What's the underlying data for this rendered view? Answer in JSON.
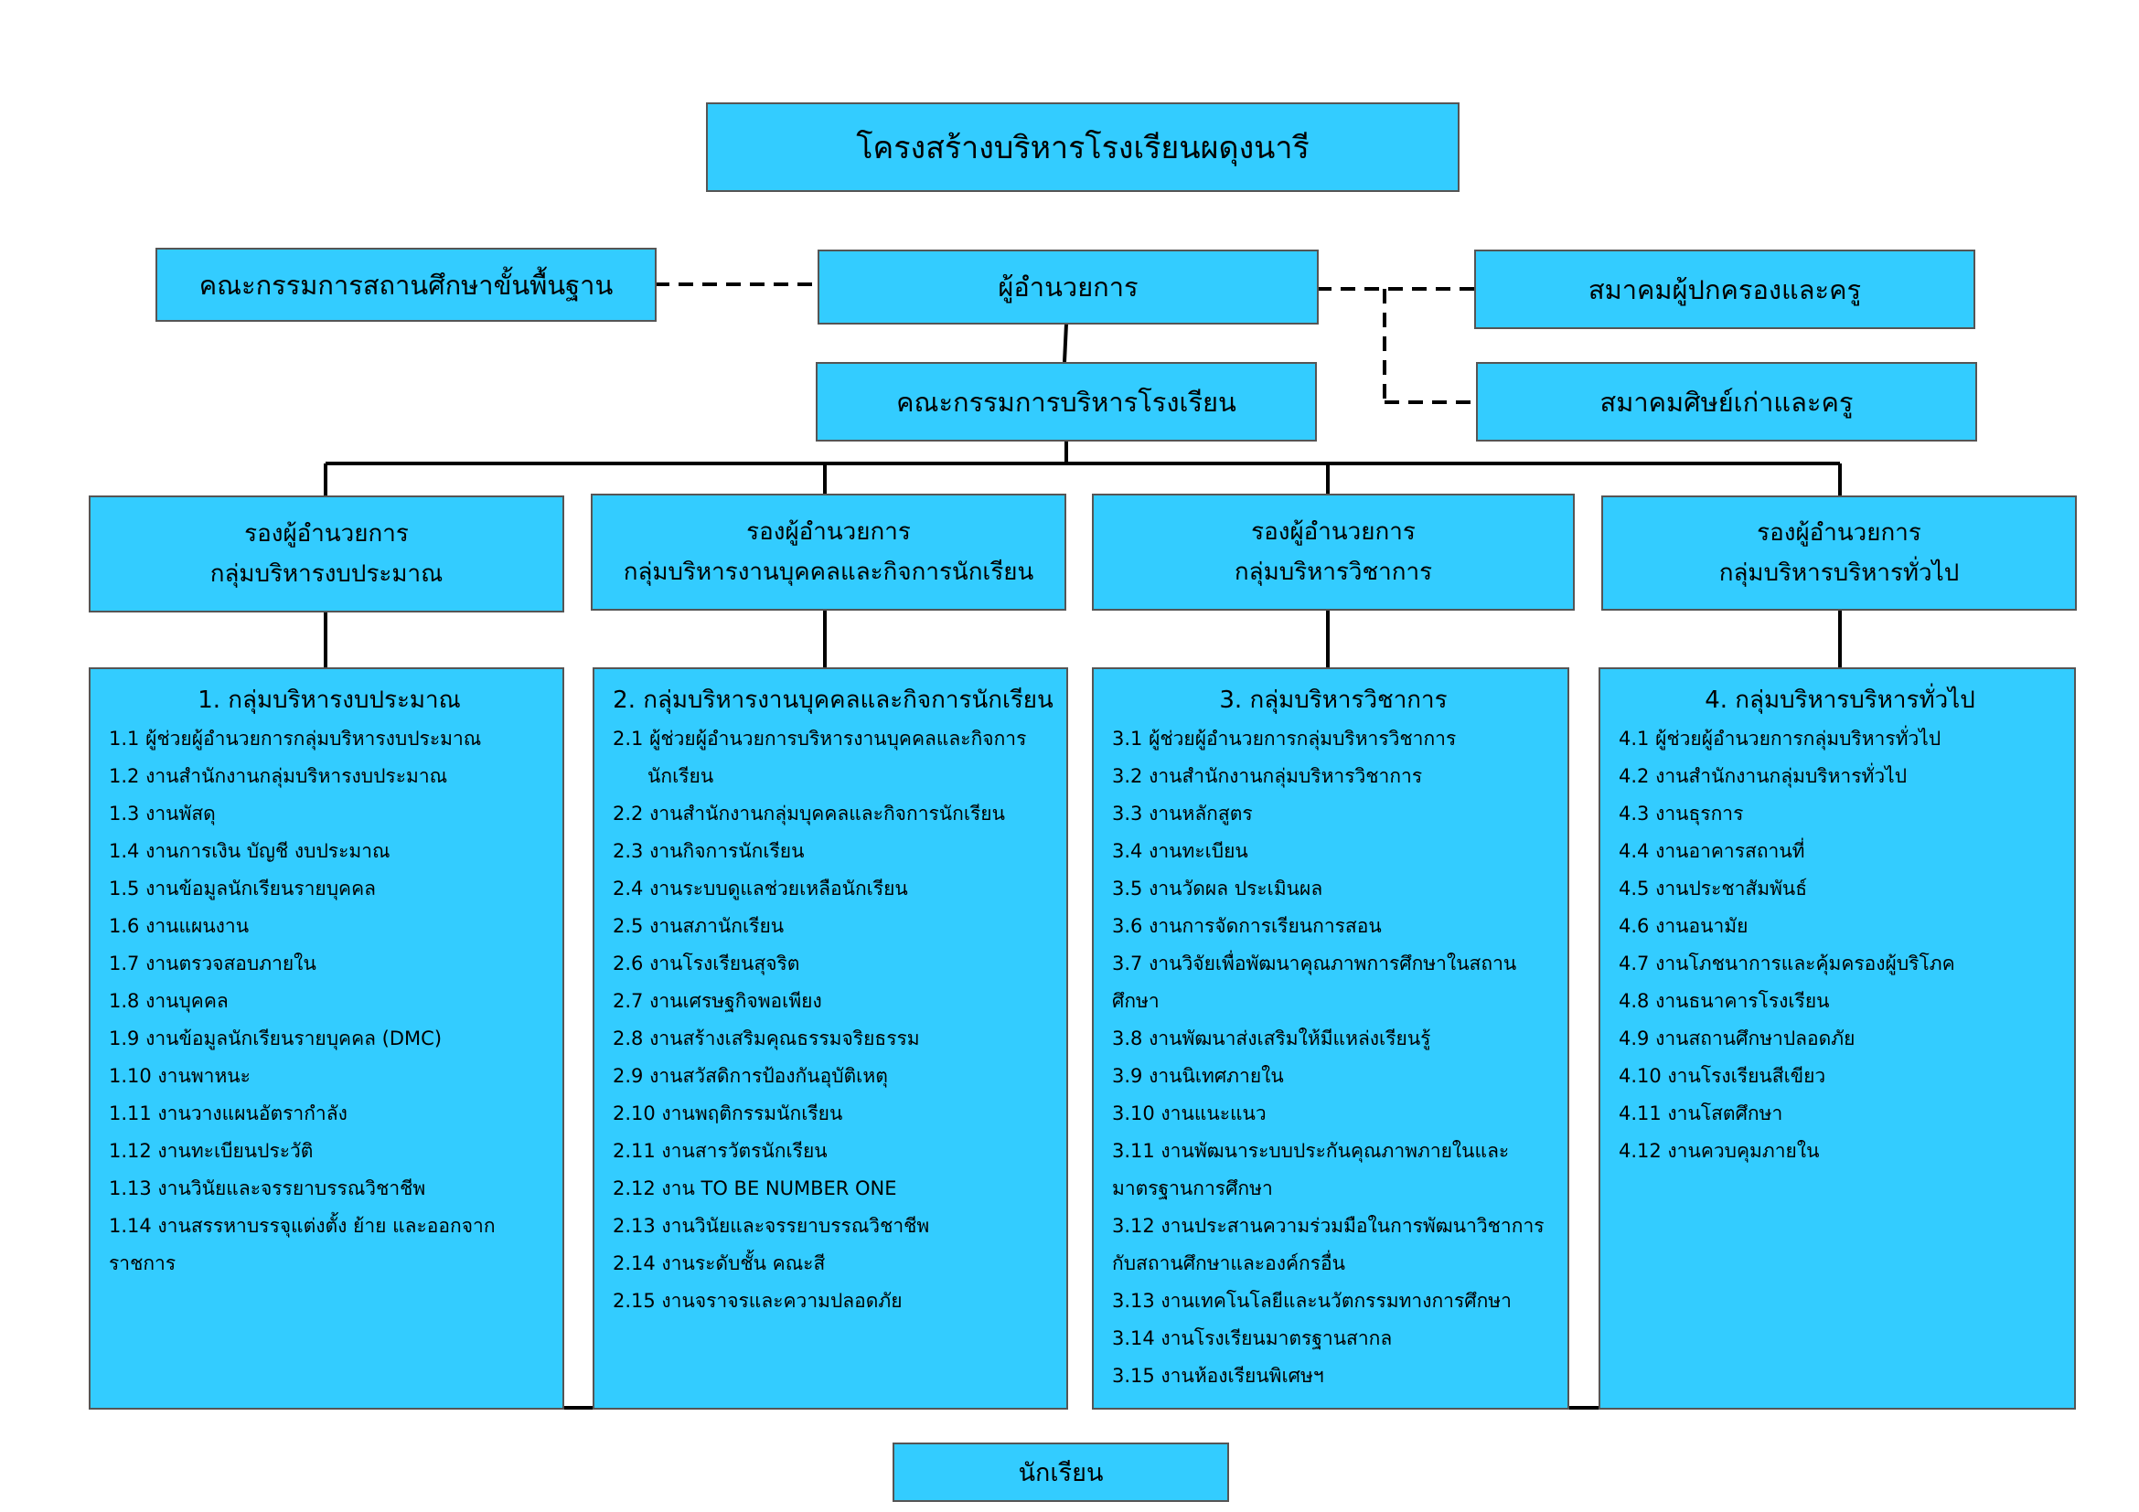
{
  "title": "โครงสร้างบริหารโรงเรียนผดุงนารี",
  "director": "ผู้อำนวยการ",
  "basic_board": "คณะกรรมการสถานศึกษาขั้นพื้นฐาน",
  "parents_assoc": "สมาคมผู้ปกครองและครู",
  "alumni_assoc": "สมาคมศิษย์เก่าและครู",
  "school_board": "คณะกรรมการบริหารโรงเรียน",
  "students": "นักเรียน",
  "deputies": [
    {
      "line1": "รองผู้อำนวยการ",
      "line2": "กลุ่มบริหารงบประมาณ"
    },
    {
      "line1": "รองผู้อำนวยการ",
      "line2": "กลุ่มบริหารงานบุคคลและกิจการนักเรียน"
    },
    {
      "line1": "รองผู้อำนวยการ",
      "line2": "กลุ่มบริหารวิชาการ"
    },
    {
      "line1": "รองผู้อำนวยการ",
      "line2": "กลุ่มบริหารบริหารทั่วไป"
    }
  ],
  "departments": [
    {
      "title": "1. กลุ่มบริหารงบประมาณ",
      "items": [
        "1.1 ผู้ช่วยผู้อำนวยการกลุ่มบริหารงบประมาณ",
        "1.2 งานสำนักงานกลุ่มบริหารงบประมาณ",
        "1.3 งานพัสดุ",
        "1.4 งานการเงิน บัญชี งบประมาณ",
        "1.5 งานข้อมูลนักเรียนรายบุคคล",
        "1.6 งานแผนงาน",
        "1.7 งานตรวจสอบภายใน",
        "1.8 งานบุคคล",
        "1.9 งานข้อมูลนักเรียนรายบุคคล (DMC)",
        "1.10 งานพาหนะ",
        "1.11 งานวางแผนอัตรากำลัง",
        "1.12 งานทะเบียนประวัติ",
        "1.13 งานวินัยและจรรยาบรรณวิชาชีพ",
        "1.14 งานสรรหาบรรจุแต่งตั้ง ย้าย และออกจากราชการ"
      ]
    },
    {
      "title": "2. กลุ่มบริหารงานบุคคลและกิจการนักเรียน",
      "items": [
        "2.1 ผู้ช่วยผู้อำนวยการบริหารงานบุคคลและกิจการนักเรียน",
        "2.2 งานสำนักงานกลุ่มบุคคลและกิจการนักเรียน",
        "2.3 งานกิจการนักเรียน",
        "2.4 งานระบบดูแลช่วยเหลือนักเรียน",
        "2.5 งานสภานักเรียน",
        "2.6 งานโรงเรียนสุจริต",
        "2.7 งานเศรษฐกิจพอเพียง",
        "2.8 งานสร้างเสริมคุณธรรมจริยธรรม",
        "2.9 งานสวัสดิการป้องกันอุบัติเหตุ",
        "2.10 งานพฤติกรรมนักเรียน",
        "2.11 งานสารวัตรนักเรียน",
        "2.12 งาน TO BE NUMBER ONE",
        "2.13 งานวินัยและจรรยาบรรณวิชาชีพ",
        "2.14 งานระดับชั้น คณะสี",
        "2.15 งานจราจรและความปลอดภัย"
      ]
    },
    {
      "title": "3. กลุ่มบริหารวิชาการ",
      "items": [
        "3.1 ผู้ช่วยผู้อำนวยการกลุ่มบริหารวิชาการ",
        "3.2 งานสำนักงานกลุ่มบริหารวิชาการ",
        "3.3 งานหลักสูตร",
        "3.4 งานทะเบียน",
        "3.5 งานวัดผล ประเมินผล",
        "3.6 งานการจัดการเรียนการสอน",
        "3.7 งานวิจัยเพื่อพัฒนาคุณภาพการศึกษาในสถานศึกษา",
        "3.8 งานพัฒนาส่งเสริมให้มีแหล่งเรียนรู้",
        "3.9 งานนิเทศภายใน",
        "3.10 งานแนะแนว",
        "3.11 งานพัฒนาระบบประกันคุณภาพภายในและมาตรฐานการศึกษา",
        "3.12 งานประสานความร่วมมือในการพัฒนาวิชาการกับสถานศึกษาและองค์กรอื่น",
        "3.13 งานเทคโนโลยีและนวัตกรรมทางการศึกษา",
        "3.14 งานโรงเรียนมาตรฐานสากล",
        "3.15 งานห้องเรียนพิเศษฯ"
      ]
    },
    {
      "title": "4. กลุ่มบริหารบริหารทั่วไป",
      "items": [
        "4.1 ผู้ช่วยผู้อำนวยการกลุ่มบริหารทั่วไป",
        "4.2 งานสำนักงานกลุ่มบริหารทั่วไป",
        "4.3 งานธุรการ",
        "4.4 งานอาคารสถานที่",
        "4.5 งานประชาสัมพันธ์",
        "4.6 งานอนามัย",
        "4.7 งานโภชนาการและคุ้มครองผู้บริโภค",
        "4.8 งานธนาคารโรงเรียน",
        "4.9 งานสถานศึกษาปลอดภัย",
        "4.10 งานโรงเรียนสีเขียว",
        "4.11 งานโสตศึกษา",
        "4.12 งานควบคุมภายใน"
      ]
    }
  ]
}
